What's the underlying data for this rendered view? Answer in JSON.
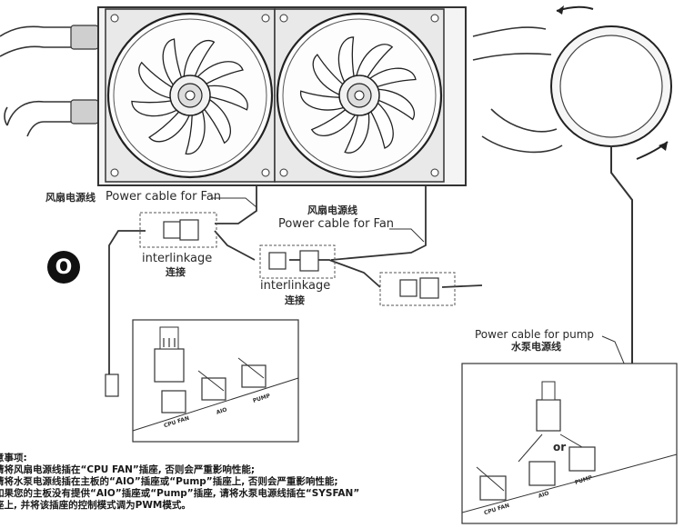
{
  "labels": {
    "fan_cable_left_cn": "风扇电源线",
    "fan_cable_left_en": "Power cable for Fan",
    "fan_cable_right_cn": "风扇电源线",
    "fan_cable_right_en": "Power cable for Fan",
    "interlinkage_1_en": "interlinkage",
    "interlinkage_1_cn": "连接",
    "interlinkage_2_en": "interlinkage",
    "interlinkage_2_cn": "连接",
    "pump_cable_en": "Power cable for pump",
    "pump_cable_cn": "水泵电源线",
    "badge": "O",
    "or": "or"
  },
  "header_left": {
    "cpu_fan": "CPU FAN",
    "aio": "AIO",
    "pump": "PUMP"
  },
  "header_right": {
    "cpu_fan": "CPU FAN",
    "aio": "AIO",
    "pump": "PUMP"
  },
  "notes": {
    "title": "意事项:",
    "line1": "请将风扇电源线插在“CPU FAN”插座, 否则会严重影响性能;",
    "line2": "请将水泵电源线插在主板的“AIO”插座或“Pump”插座上, 否则会严重影响性能;",
    "line3": "如果您的主板没有提供“AIO”插座或“Pump”插座, 请将水泵电源线插在“SYSFAN”",
    "line4": "座上, 并将该插座的控制模式调为PWM模式。"
  }
}
